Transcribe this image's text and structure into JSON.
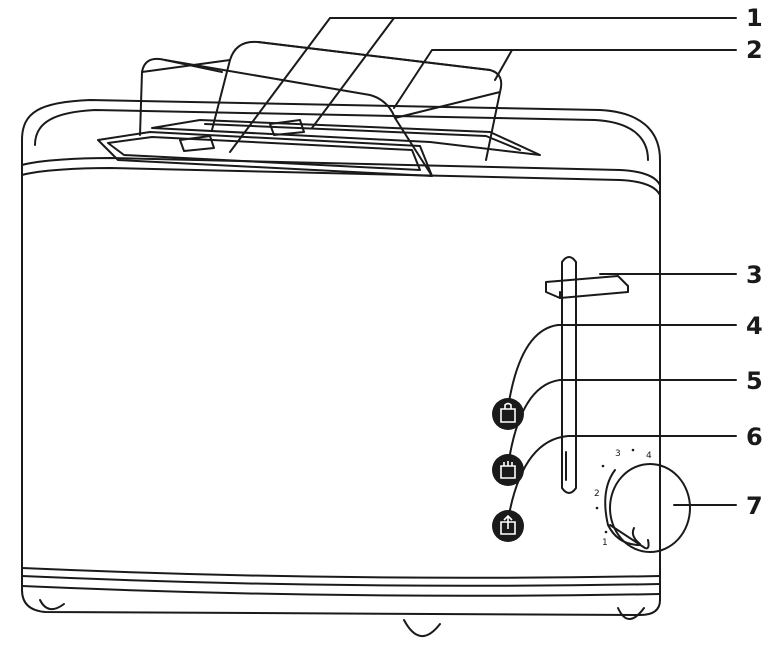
{
  "callouts": [
    {
      "id": "1",
      "label": "1"
    },
    {
      "id": "2",
      "label": "2"
    },
    {
      "id": "3",
      "label": "3"
    },
    {
      "id": "4",
      "label": "4"
    },
    {
      "id": "5",
      "label": "5"
    },
    {
      "id": "6",
      "label": "6"
    },
    {
      "id": "7",
      "label": "7"
    }
  ],
  "dial": {
    "ticks": [
      "1",
      "2",
      "3",
      "4"
    ]
  },
  "icons": [
    "defrost-icon",
    "reheat-icon",
    "cancel-icon"
  ],
  "colors": {
    "line": "#1a1a1a",
    "button_fill": "#1a1a1a",
    "background": "#ffffff"
  }
}
